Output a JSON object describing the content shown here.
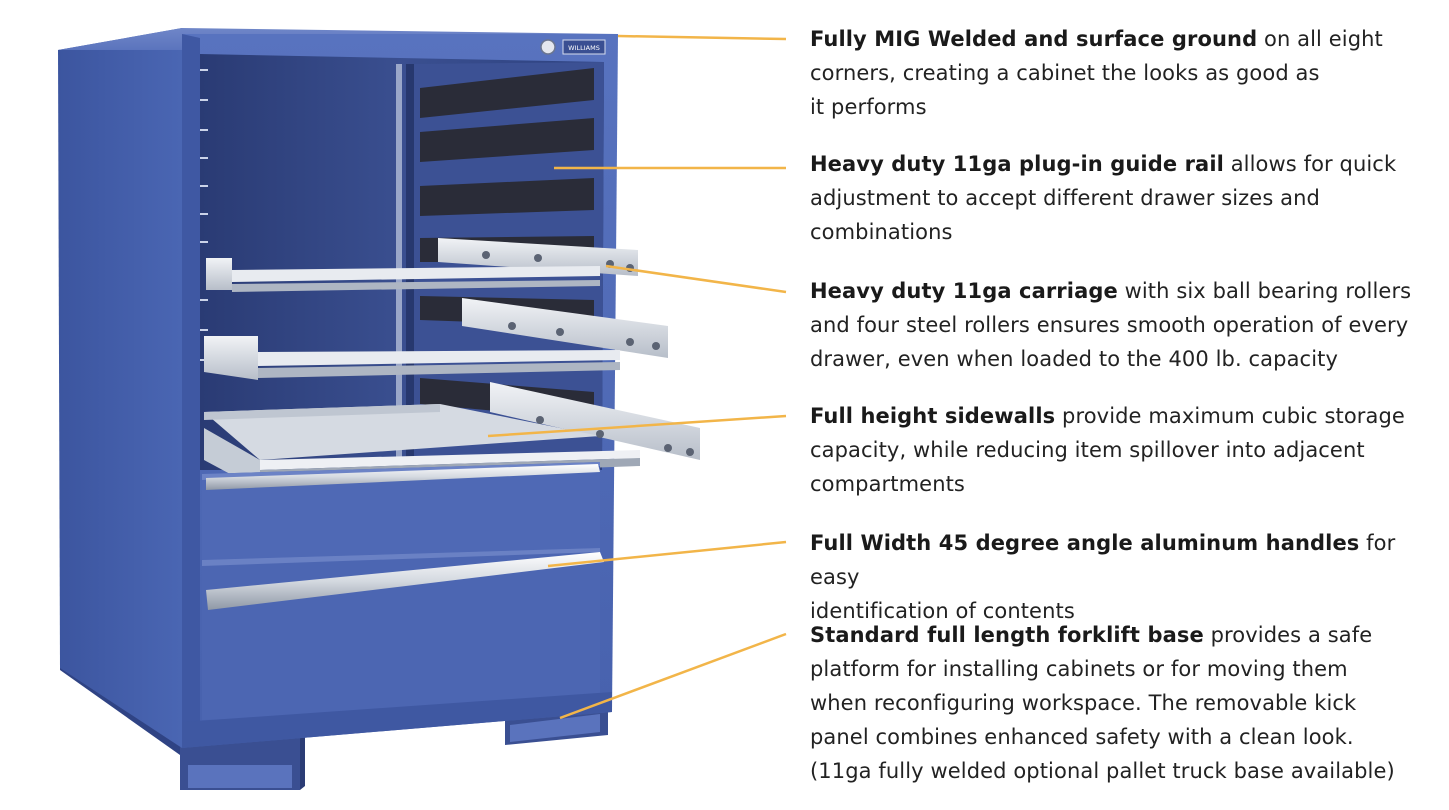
{
  "logo": {
    "text": "WILLIAMS"
  },
  "colors": {
    "cabinet_blue": "#4a66b3",
    "cabinet_dark": "#2c3f80",
    "cabinet_light": "#6f86c8",
    "interior": "#31447f",
    "rail_silver": "#d8dde4",
    "callout_line": "#f2b549",
    "text": "#222222"
  },
  "features": [
    {
      "bold": "Fully MIG Welded and surface ground",
      "line1": " on all eight",
      "line2": "corners, creating a cabinet the looks as good as",
      "line3": "it performs"
    },
    {
      "bold": "Heavy duty 11ga plug-in guide rail",
      "line1": " allows for quick",
      "line2": "adjustment to accept different drawer sizes and",
      "line3": "combinations"
    },
    {
      "bold": "Heavy duty 11ga carriage",
      "line1": " with six ball bearing rollers",
      "line2": "and four steel rollers ensures smooth operation of every",
      "line3": "drawer, even when loaded to the 400 lb. capacity"
    },
    {
      "bold": "Full height sidewalls",
      "line1": " provide maximum cubic storage",
      "line2": "capacity, while reducing item spillover into adjacent",
      "line3": "compartments"
    },
    {
      "bold": "Full Width 45 degree angle aluminum handles",
      "line1": " for easy",
      "line2": "identification of contents"
    },
    {
      "bold": "Standard full length forklift base",
      "line1": " provides a safe",
      "line2": "platform for installing cabinets or for moving them",
      "line3": "when reconfiguring workspace. The removable kick",
      "line4": "panel combines enhanced safety with a clean look.",
      "line5": "(11ga fully welded optional pallet truck base available)"
    }
  ]
}
